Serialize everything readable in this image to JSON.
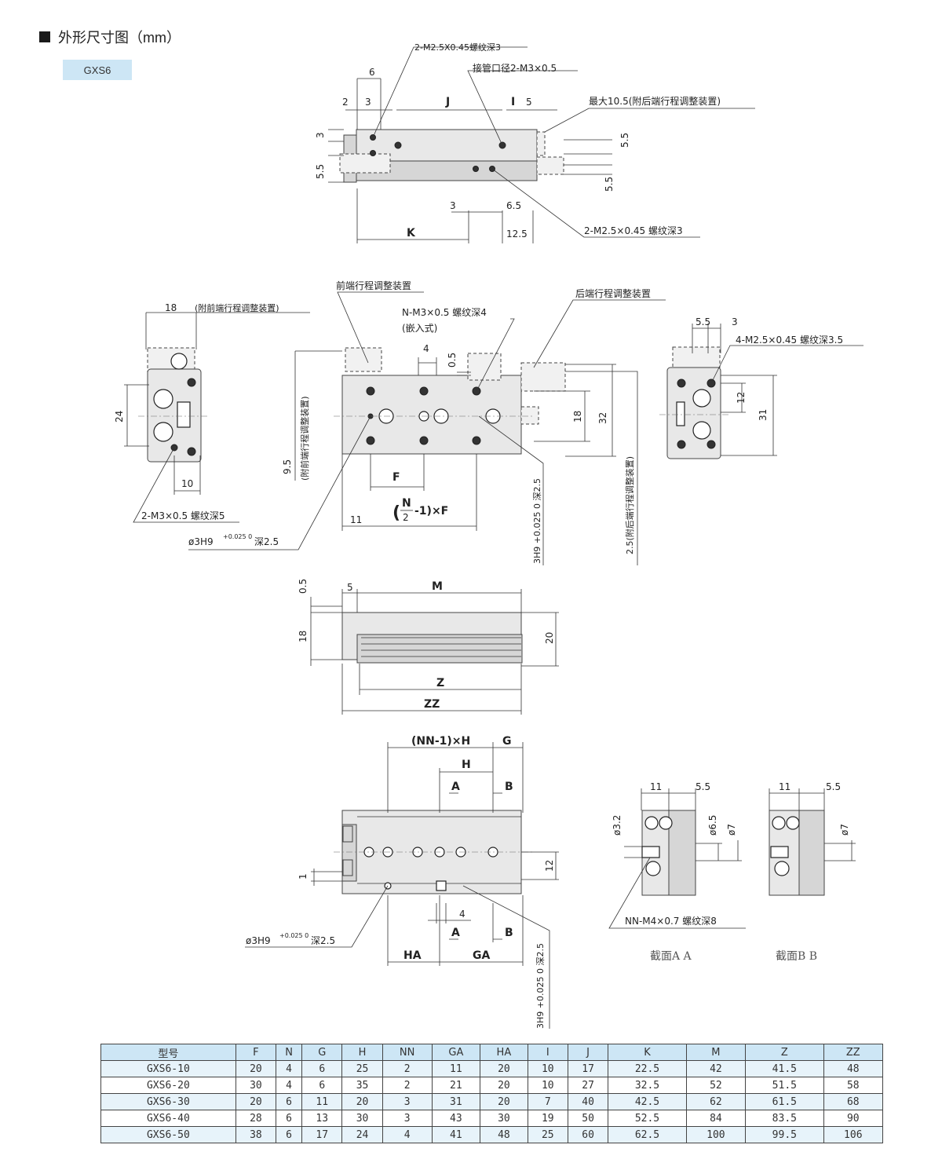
{
  "header": {
    "title": "外形尺寸图（mm）",
    "model_tag": "GXS6"
  },
  "top_view": {
    "callout_thread_top": "2-M2.5X0.45螺纹深3",
    "callout_port": "接管口径2-M3×0.5",
    "callout_max": "最大10.5(附后端行程调整装置)",
    "callout_thread_bottom": "2-M2.5×0.45 螺纹深3",
    "dims": {
      "d6": "6",
      "d2": "2",
      "d3": "3",
      "dJ": "J",
      "dI": "I",
      "d5": "5",
      "d3v": "3",
      "d55v": "5.5",
      "d55r1": "5.5",
      "d55r2": "5.5",
      "dK": "K",
      "d3b": "3",
      "d65": "6.5",
      "d125": "12.5"
    }
  },
  "front_view": {
    "callout_front_adjust": "前端行程调整装置",
    "callout_rear_adjust": "后端行程调整装置",
    "callout_nm3": "N-M3×0.5 螺纹深4",
    "callout_insert": "(嵌入式)",
    "callout_18_note": "(附前端行程调整装置)",
    "callout_left_thread": "2-M3×0.5 螺纹深5",
    "callout_hole": "ø3H9",
    "callout_hole_tol": "+0.025 0",
    "callout_hole_depth": "深2.5",
    "callout_right_thread": "4-M2.5×0.45 螺纹深3.5",
    "vertical_left_note": "(附前端行程调整装置)",
    "vertical_right_note": "2.5(附后端行程调整装置)",
    "vertical_hole_note": "3H9 +0.025 0 深2.5",
    "dims": {
      "d18": "18",
      "d24": "24",
      "d10": "10",
      "d4": "4",
      "d05": "0.5",
      "d95": "9.5",
      "dF": "F",
      "d11": "11",
      "dNF_N": "N",
      "dNF_2": "2",
      "dNF_rest": "-1)×F",
      "d18b": "18",
      "d32": "32",
      "d55": "5.5",
      "d3": "3",
      "d12": "12",
      "d31": "31"
    }
  },
  "side_view": {
    "dims": {
      "d05": "0.5",
      "d5": "5",
      "dM": "M",
      "d18": "18",
      "d20": "20",
      "dZ": "Z",
      "dZZ": "ZZ"
    }
  },
  "bottom_view": {
    "callout_nn": "(NN-1)×H",
    "callout_hole": "ø3H9",
    "callout_hole_tol": "+0.025 0",
    "callout_hole_depth": "深2.5",
    "vertical_hole_note": "3H9 +0.025 0 深2.5",
    "callout_nn_thread": "NN-M4×0.7 螺纹深8",
    "section_aa": "截面A A",
    "section_bb": "截面B B",
    "dims": {
      "dG": "G",
      "dH": "H",
      "dA": "A",
      "dB": "B",
      "d1": "1",
      "d12": "12",
      "d4": "4",
      "dA2": "A",
      "dB2": "B",
      "dHA": "HA",
      "dGA": "GA",
      "s11": "11",
      "s55": "5.5",
      "s32": "ø3.2",
      "s65": "ø6.5",
      "s7": "ø7",
      "t11": "11",
      "t55": "5.5",
      "t7": "ø7"
    }
  },
  "table": {
    "headers": [
      "型号",
      "F",
      "N",
      "G",
      "H",
      "NN",
      "GA",
      "HA",
      "I",
      "J",
      "K",
      "M",
      "Z",
      "ZZ"
    ],
    "rows": [
      [
        "GXS6-10",
        "20",
        "4",
        "6",
        "25",
        "2",
        "11",
        "20",
        "10",
        "17",
        "22.5",
        "42",
        "41.5",
        "48"
      ],
      [
        "GXS6-20",
        "30",
        "4",
        "6",
        "35",
        "2",
        "21",
        "20",
        "10",
        "27",
        "32.5",
        "52",
        "51.5",
        "58"
      ],
      [
        "GXS6-30",
        "20",
        "6",
        "11",
        "20",
        "3",
        "31",
        "20",
        "7",
        "40",
        "42.5",
        "62",
        "61.5",
        "68"
      ],
      [
        "GXS6-40",
        "28",
        "6",
        "13",
        "30",
        "3",
        "43",
        "30",
        "19",
        "50",
        "52.5",
        "84",
        "83.5",
        "90"
      ],
      [
        "GXS6-50",
        "38",
        "6",
        "17",
        "24",
        "4",
        "41",
        "48",
        "25",
        "60",
        "62.5",
        "100",
        "99.5",
        "106"
      ]
    ]
  }
}
